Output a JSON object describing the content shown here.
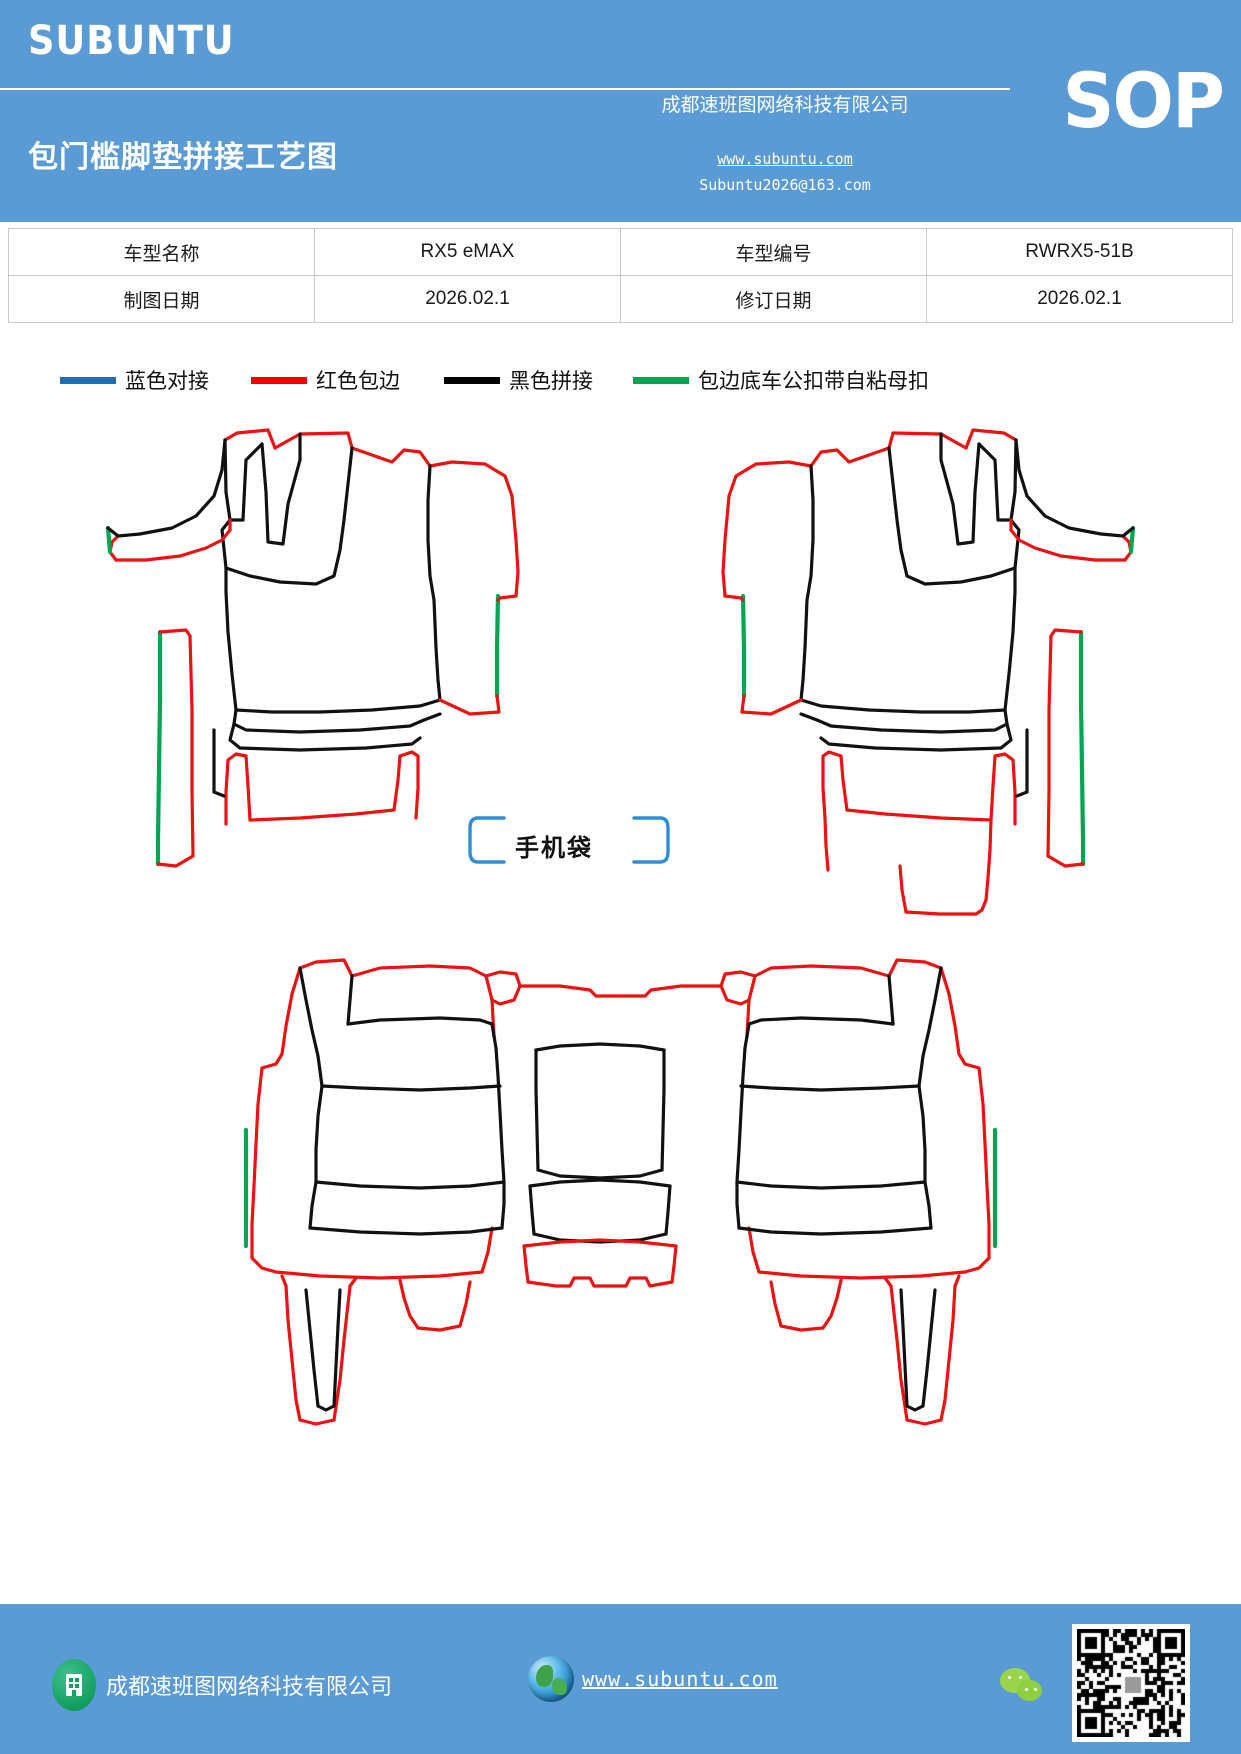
{
  "header": {
    "brand": "SUBUNTU",
    "doc_title": "包门槛脚垫拼接工艺图",
    "company_cn": "成都速班图网络科技有限公司",
    "website": "www.subuntu.com",
    "email": "Subuntu2026@163.com",
    "badge": "SOP",
    "bg_color": "#5b9bd5"
  },
  "info_table": {
    "rows": [
      {
        "label1": "车型名称",
        "value1": "RX5 eMAX",
        "label2": "车型编号",
        "value2": "RWRX5-51B"
      },
      {
        "label1": "制图日期",
        "value1": "2026.02.1",
        "label2": "修订日期",
        "value2": "2026.02.1"
      }
    ]
  },
  "legend": {
    "items": [
      {
        "color": "#1f6fb5",
        "label": "蓝色对接"
      },
      {
        "color": "#ee0000",
        "label": "红色包边"
      },
      {
        "color": "#000000",
        "label": "黑色拼接"
      },
      {
        "color": "#00a651",
        "label": "包边底车公扣带自粘母扣"
      }
    ]
  },
  "drawing": {
    "phone_pocket_label": "手机袋",
    "stroke_colors": {
      "black": "#111111",
      "red": "#ee1111",
      "green": "#00a651",
      "blue": "#2f8ed6"
    }
  },
  "footer": {
    "company": "成都速班图网络科技有限公司",
    "website": "www.subuntu.com",
    "bank_icon": "bank-icon",
    "globe_icon": "globe-icon",
    "wechat_icon": "wechat-icon",
    "qr_icon": "qr-code",
    "bg_color": "#5b9bd5"
  }
}
